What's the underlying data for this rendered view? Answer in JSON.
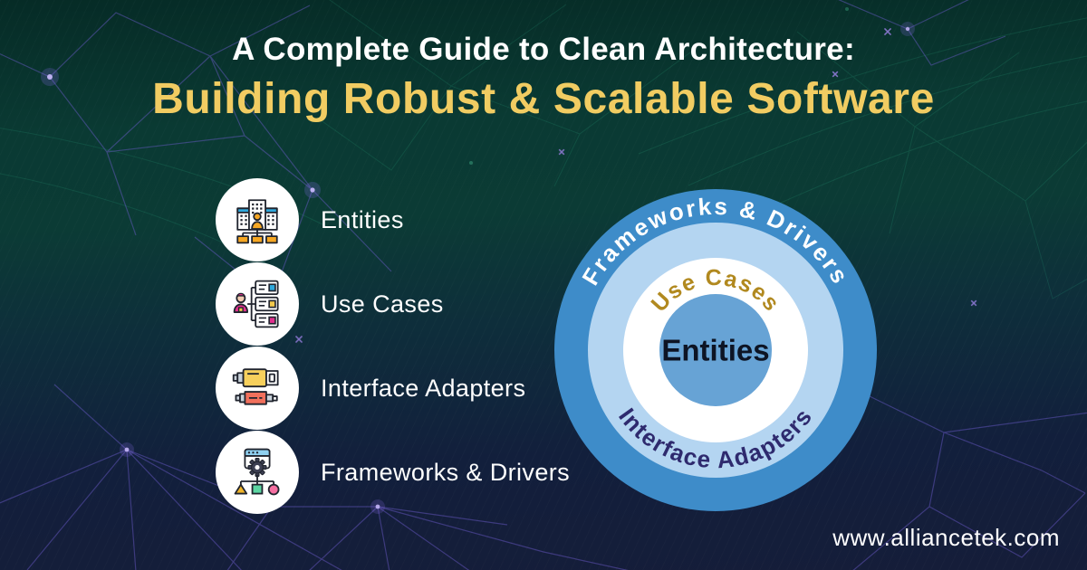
{
  "header": {
    "title": "A Complete Guide to Clean Architecture:",
    "subtitle": "Building Robust & Scalable Software"
  },
  "list": {
    "items": [
      {
        "label": "Entities",
        "icon": "buildings-organization-icon"
      },
      {
        "label": "Use Cases",
        "icon": "user-flow-cards-icon"
      },
      {
        "label": "Interface Adapters",
        "icon": "cable-connectors-icon"
      },
      {
        "label": "Frameworks & Drivers",
        "icon": "app-window-gear-icon"
      }
    ]
  },
  "diagram": {
    "type": "concentric-onion",
    "rings": [
      {
        "label": "Frameworks & Drivers",
        "position": "outer-ring-top",
        "fill": "#3e8cc9",
        "text_color": "#ffffff"
      },
      {
        "label": "Interface Adapters",
        "position": "second-ring-bottom",
        "fill": "#b4d5f1",
        "text_color": "#2e2a6e"
      },
      {
        "label": "Use Cases",
        "position": "third-ring-top",
        "fill": "#ffffff",
        "text_color": "#b1891f"
      },
      {
        "label": "Entities",
        "position": "center-circle",
        "fill": "#67a3d5",
        "text_color": "#0d1424"
      }
    ]
  },
  "footer": {
    "website": "www.alliancetek.com"
  },
  "palette": {
    "background_top": "#0a3a33",
    "background_bottom": "#141d3b",
    "title": "#ffffff",
    "subtitle": "#f1cc62",
    "network_purple": "#6f5dd0",
    "network_green": "#2fae85"
  }
}
